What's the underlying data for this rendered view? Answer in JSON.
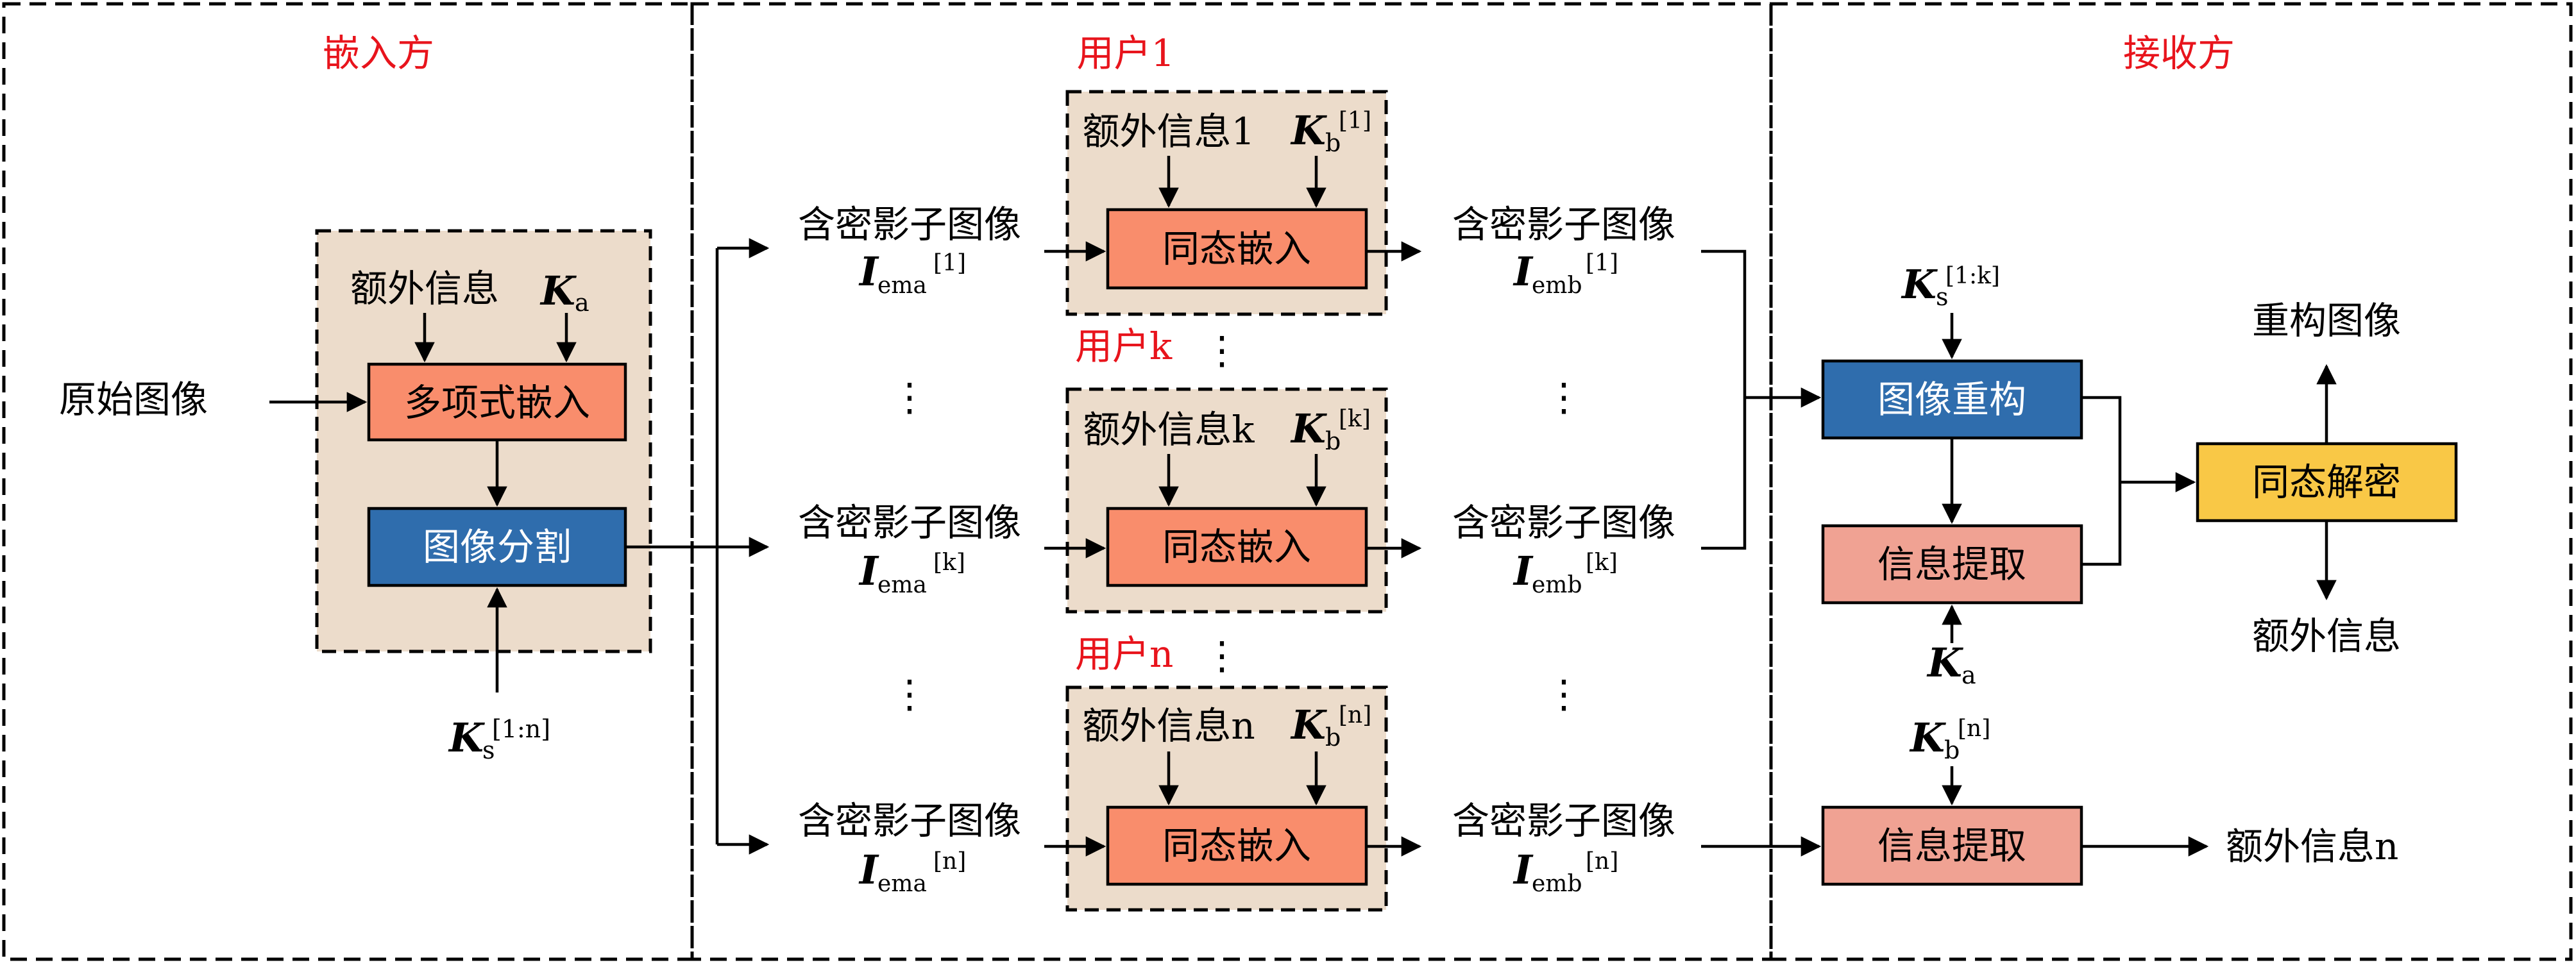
{
  "sections": {
    "embedder": "嵌入方",
    "user1": "用户1",
    "userk": "用户k",
    "usern": "用户n",
    "receiver": "接收方"
  },
  "embedder": {
    "original_image": "原始图像",
    "extra_info": "额外信息",
    "key_a": "K",
    "key_a_sub": "a",
    "poly_embed": "多项式嵌入",
    "image_split": "图像分割",
    "key_s": "K",
    "key_s_sub": "s",
    "key_s_sup": "[1:n]"
  },
  "shadow_ema": {
    "label": "含密影子图像",
    "sym": "I",
    "sub": "ema",
    "sup1": "[1]",
    "supk": "[k]",
    "supn": "[n]"
  },
  "users": {
    "extra1": "额外信息1",
    "extrak": "额外信息k",
    "extran": "额外信息n",
    "key_b": "K",
    "key_b_sub": "b",
    "sup1": "[1]",
    "supk": "[k]",
    "supn": "[n]",
    "homo_embed": "同态嵌入"
  },
  "shadow_emb": {
    "label": "含密影子图像",
    "sym": "I",
    "sub": "emb",
    "sup1": "[1]",
    "supk": "[k]",
    "supn": "[n]"
  },
  "receiver": {
    "key_s": "K",
    "key_s_sub": "s",
    "key_s_sup": "[1:k]",
    "reconstruct": "图像重构",
    "extract1": "信息提取",
    "key_a": "K",
    "key_a_sub": "a",
    "decrypt": "同态解密",
    "reconstructed": "重构图像",
    "extra_out": "额外信息",
    "key_b": "K",
    "key_b_sub": "b",
    "key_b_sup": "[n]",
    "extract2": "信息提取",
    "extra_out_n": "额外信息n"
  },
  "ellipsis": "⋮",
  "colors": {
    "section_title": "#e8141c",
    "tan_region": "#ecdccb",
    "orange_box": "#f98d6c",
    "blue_box": "#2f6dad",
    "pink_box": "#f0a293",
    "yellow_box": "#f9c846"
  }
}
